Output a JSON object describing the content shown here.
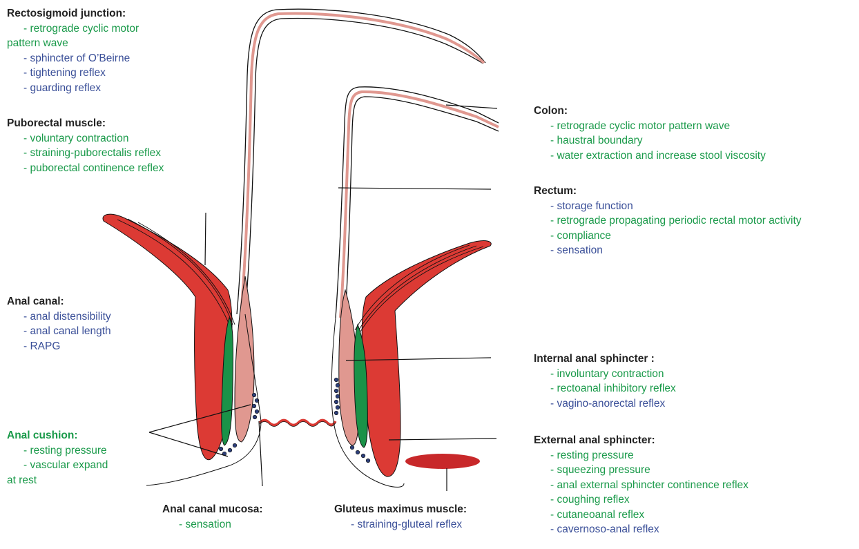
{
  "colors": {
    "muscle": "#dc3a34",
    "internal_sphincter": "#e09890",
    "anal_cushion": "#1a9248",
    "mucosa_dots": "#2d3f7a",
    "label_green": "#1a9a4a",
    "label_blue": "#3a4f98",
    "heading": "#222222"
  },
  "labels": {
    "rectosigmoid": {
      "heading": "Rectosigmoid junction:",
      "items": [
        {
          "text": "- retrograde cyclic motor",
          "cont": "pattern wave",
          "color": "green"
        },
        {
          "text": "- sphincter of O’Beirne",
          "color": "blue"
        },
        {
          "text": "- tightening reflex",
          "color": "blue"
        },
        {
          "text": "- guarding reflex",
          "color": "blue"
        }
      ]
    },
    "puborectal": {
      "heading": "Puborectal muscle:",
      "items": [
        {
          "text": "- voluntary contraction",
          "color": "green"
        },
        {
          "text": "- straining-puborectalis reflex",
          "color": "green"
        },
        {
          "text": "- puborectal continence reflex",
          "color": "green"
        }
      ]
    },
    "anal_canal": {
      "heading": "Anal canal:",
      "items": [
        {
          "text": "- anal distensibility",
          "color": "blue"
        },
        {
          "text": "- anal canal length",
          "color": "blue"
        },
        {
          "text": "- RAPG",
          "color": "blue"
        }
      ]
    },
    "anal_cushion": {
      "heading": "Anal cushion:",
      "items": [
        {
          "text": "- resting pressure",
          "color": "green"
        },
        {
          "text": "- vascular expand",
          "cont": "at rest",
          "color": "green"
        }
      ]
    },
    "colon": {
      "heading": "Colon:",
      "items": [
        {
          "text": "- retrograde cyclic motor pattern wave",
          "color": "green"
        },
        {
          "text": "- haustral boundary",
          "color": "green"
        },
        {
          "text": "- water extraction and increase stool viscosity",
          "color": "green"
        }
      ]
    },
    "rectum": {
      "heading": "Rectum:",
      "items": [
        {
          "text": "- storage function",
          "color": "blue"
        },
        {
          "text": "- retrograde propagating periodic rectal motor activity",
          "color": "green"
        },
        {
          "text": "- compliance",
          "color": "green"
        },
        {
          "text": "- sensation",
          "color": "blue"
        }
      ]
    },
    "internal_sphincter": {
      "heading": "Internal anal sphincter :",
      "items": [
        {
          "text": "- involuntary contraction",
          "color": "green"
        },
        {
          "text": "- rectoanal inhibitory reflex",
          "color": "green"
        },
        {
          "text": "- vagino-anorectal reflex",
          "color": "blue"
        }
      ]
    },
    "external_sphincter": {
      "heading": "External anal sphincter:",
      "items": [
        {
          "text": "- resting pressure",
          "color": "green"
        },
        {
          "text": "- squeezing pressure",
          "color": "green"
        },
        {
          "text": "- anal external sphincter continence reflex",
          "color": "green"
        },
        {
          "text": "- coughing reflex",
          "color": "green"
        },
        {
          "text": "- cutaneoanal reflex",
          "color": "green"
        },
        {
          "text": "- cavernoso-anal reflex",
          "color": "blue"
        }
      ]
    },
    "mucosa": {
      "heading": "Anal canal mucosa:",
      "items": [
        {
          "text": "- sensation",
          "color": "green"
        }
      ]
    },
    "gluteus": {
      "heading": "Gluteus maximus muscle:",
      "items": [
        {
          "text": "- straining-gluteal reflex",
          "color": "blue"
        }
      ]
    }
  }
}
